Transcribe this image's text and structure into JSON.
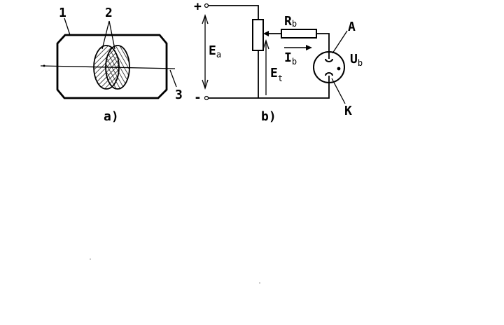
{
  "figure_a": {
    "caption": "a)",
    "labels": {
      "envelope": "1",
      "electrodes": "2",
      "axis": "3"
    }
  },
  "figure_b": {
    "caption": "b)",
    "terminal_plus": "+",
    "terminal_minus": "-",
    "voltage_supply": {
      "main": "E",
      "sub": "a"
    },
    "voltage_tap": {
      "main": "E",
      "sub": "t"
    },
    "resistor": {
      "main": "R",
      "sub": "b"
    },
    "current": {
      "main": "I",
      "sub": "b"
    },
    "tube_voltage": {
      "main": "U",
      "sub": "b"
    },
    "anode": "A",
    "cathode": "K"
  }
}
